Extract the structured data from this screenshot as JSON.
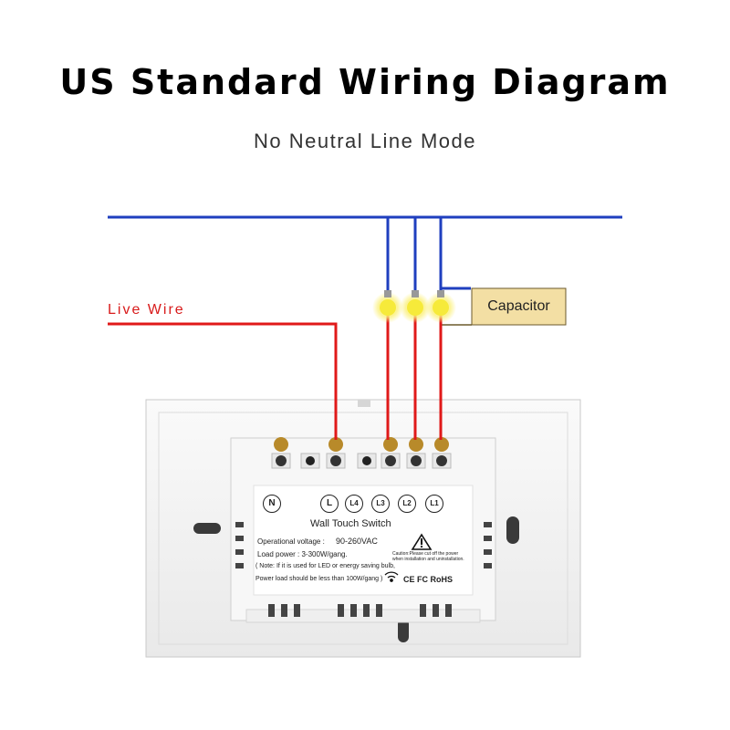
{
  "title": "US Standard Wiring Diagram",
  "subtitle": "No Neutral Line Mode",
  "live_wire": "Live Wire",
  "capacitor": "Capacitor",
  "switch_label": {
    "terminals": [
      "N",
      "L",
      "L4",
      "L3",
      "L2",
      "L1"
    ],
    "name": "Wall Touch Switch",
    "voltage_caption": "Operational voltage : ",
    "voltage_value": "90-260VAC",
    "load_power": "Load power : 3-300W/gang.",
    "note_line1": "( Note: If it is used for LED or energy saving bulb,",
    "note_line2": "Power load should be less than 100W/gang )",
    "caution": "Caution:Please cut off the power when installation and uninstallation.",
    "certifications": "CE FC RoHS"
  },
  "colors": {
    "neutral_wire": "#1f3fbf",
    "live_wire": "#e01919",
    "bulb": "#f6ea3a",
    "capacitor_fill": "#f3dfa4",
    "panel": "#f2f2f2"
  }
}
